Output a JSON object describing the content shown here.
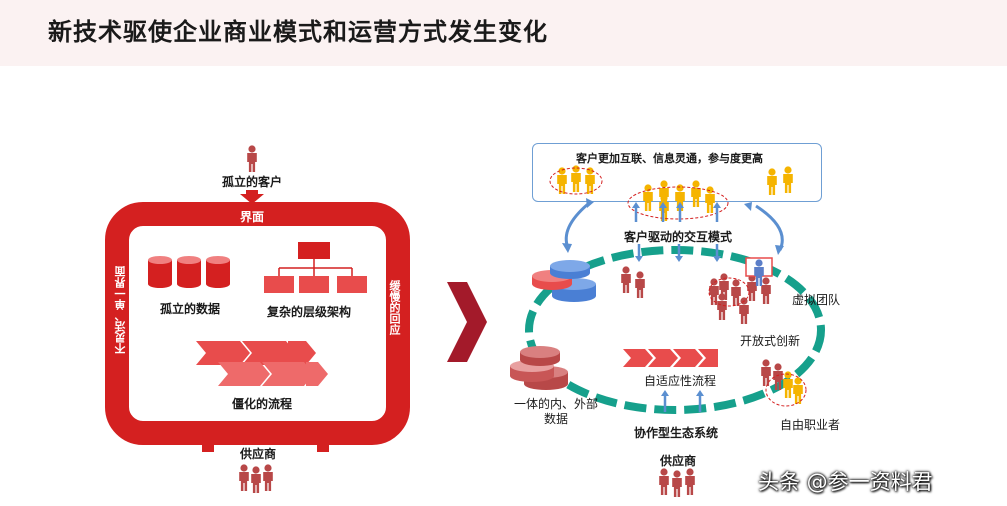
{
  "title": "新技术驱使企业商业模式和运营方式发生变化",
  "left": {
    "customer_label": "孤立的客户",
    "interface_label": "界面",
    "data_label": "孤立的数据",
    "hierarchy_label": "复杂的层级架构",
    "process_label": "僵化的流程",
    "supplier_label": "供应商",
    "left_side_label": "不灵活、单一界面",
    "right_side_label": "缓慢的回应"
  },
  "right": {
    "top_box_label": "客户更加互联、信息灵通，参与度更高",
    "interaction_label": "客户驱动的交互模式",
    "virtual_team_label": "虚拟团队",
    "open_innovation_label": "开放式创新",
    "adaptive_process_label": "自适应性流程",
    "integrated_data_label": "一体的内、外部数据",
    "ecosystem_label": "协作型生态系统",
    "freelancer_label": "自由职业者",
    "supplier_label": "供应商"
  },
  "colors": {
    "red": "#d42020",
    "light_red": "#e84c4c",
    "dark_red": "#a31a2a",
    "teal": "#16a08c",
    "blue": "#5b8fd0",
    "gold": "#f5b400",
    "person_red": "#b84848"
  },
  "watermark": "头条 @参一资料君"
}
